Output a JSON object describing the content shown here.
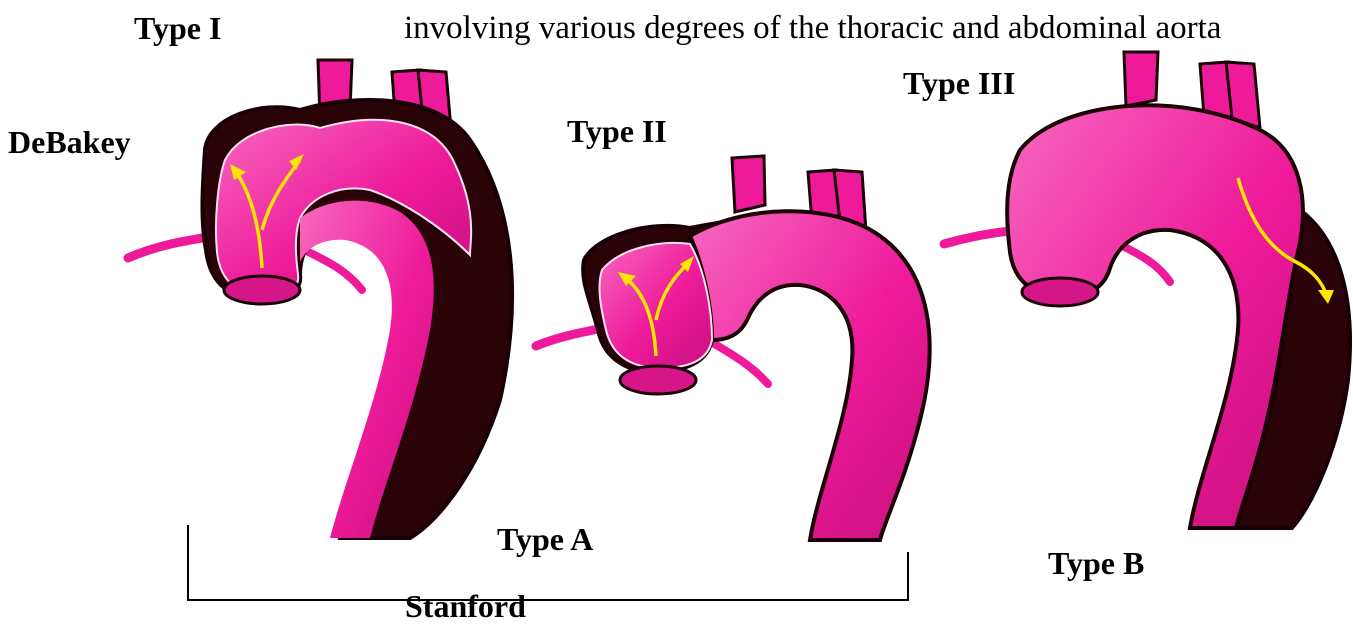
{
  "caption": "involving various degrees of the thoracic and abdominal aorta",
  "labels": {
    "type_i": "Type I",
    "type_ii": "Type II",
    "type_iii": "Type III",
    "debakey": "DeBakey",
    "type_a": "Type A",
    "type_b": "Type B",
    "stanford": "Stanford"
  },
  "colors": {
    "aorta": "#ee1a9a",
    "aorta_light": "#f768bf",
    "false_lumen": "#2a0308",
    "outline": "#1a0006",
    "flow_arrow": "#ffe600",
    "bracket": "#000000"
  }
}
